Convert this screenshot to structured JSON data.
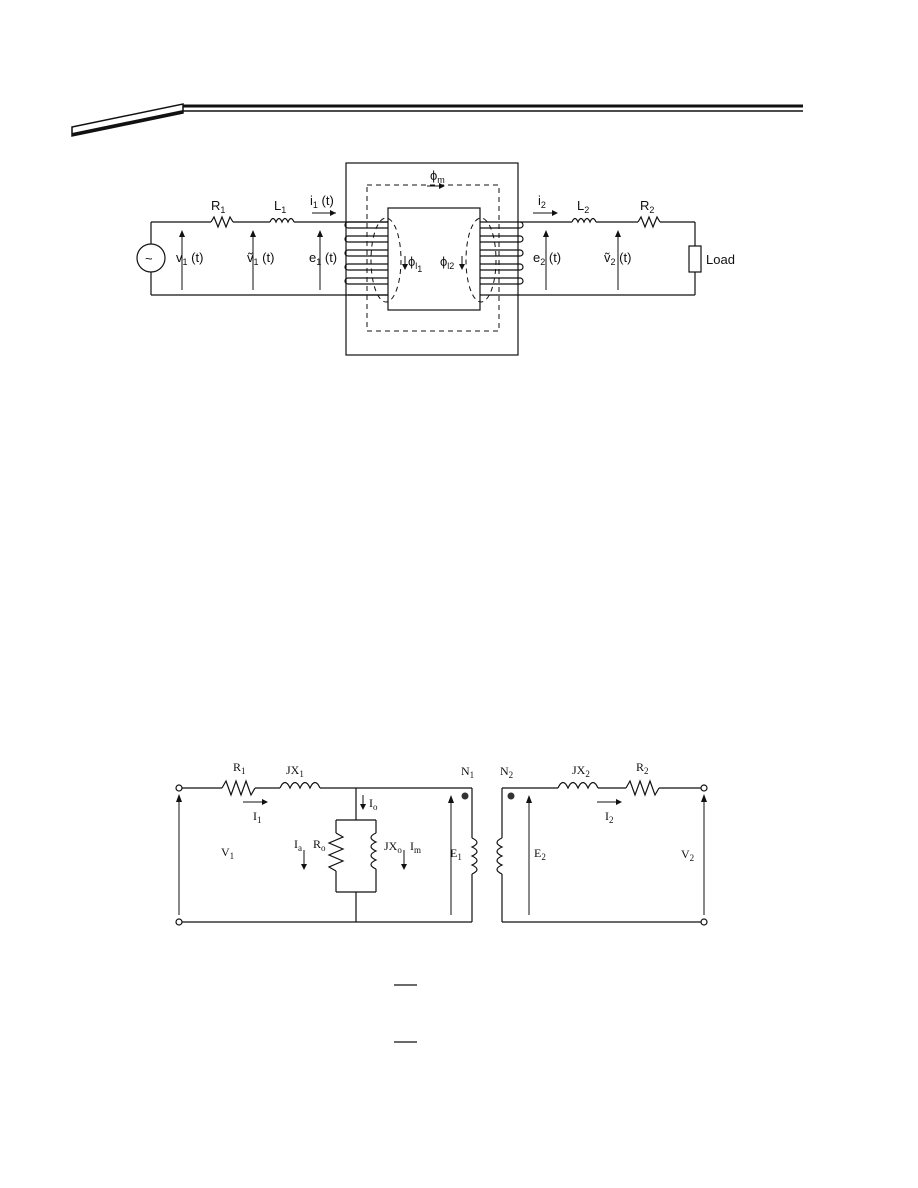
{
  "top_diagram": {
    "resistor_1": "R",
    "resistor_1_sub": "1",
    "inductor_1": "L",
    "inductor_1_sub": "1",
    "current_1": "i",
    "current_1_sub": "1",
    "current_1_arg": " (t)",
    "source_symbol": "~",
    "v1": "v",
    "v1_sub": "1",
    "v1_arg": " (t)",
    "v1_tilde": "ṽ",
    "v1_tilde_sub": "1",
    "v1_tilde_arg": " (t)",
    "e1": "e",
    "e1_sub": "1",
    "e1_arg": " (t)",
    "flux_main": "ϕ",
    "flux_main_sub": "m",
    "flux_leak_1": "ϕ",
    "flux_leak_1_sub": "l",
    "flux_leak_1_subsub": "1",
    "flux_leak_2": "ϕ",
    "flux_leak_2_sub": "l",
    "flux_leak_2_subsub": "2",
    "current_2": "i",
    "current_2_sub": "2",
    "e2": "e",
    "e2_sub": "2",
    "e2_arg": " (t)",
    "inductor_2": "L",
    "inductor_2_sub": "2",
    "resistor_2": "R",
    "resistor_2_sub": "2",
    "v2_tilde": "ṽ",
    "v2_tilde_sub": "2",
    "v2_tilde_arg": " (t)",
    "load": "Load"
  },
  "bottom_diagram": {
    "R1": "R",
    "R1_sub": "1",
    "JX1": "JX",
    "JX1_sub": "1",
    "I1": "I",
    "I1_sub": "1",
    "V1": "V",
    "V1_sub": "1",
    "Io": "I",
    "Io_sub": "o",
    "Ia": "I",
    "Ia_sub": "a",
    "Ro": "R",
    "Ro_sub": "o",
    "JXo": "JX",
    "JXo_sub": "o",
    "Im": "I",
    "Im_sub": "m",
    "N1": "N",
    "N1_sub": "1",
    "E1": "E",
    "E1_sub": "1",
    "N2": "N",
    "N2_sub": "2",
    "E2": "E",
    "E2_sub": "2",
    "JX2": "JX",
    "JX2_sub": "2",
    "R2": "R",
    "R2_sub": "2",
    "I2": "I",
    "I2_sub": "2",
    "V2": "V",
    "V2_sub": "2"
  }
}
